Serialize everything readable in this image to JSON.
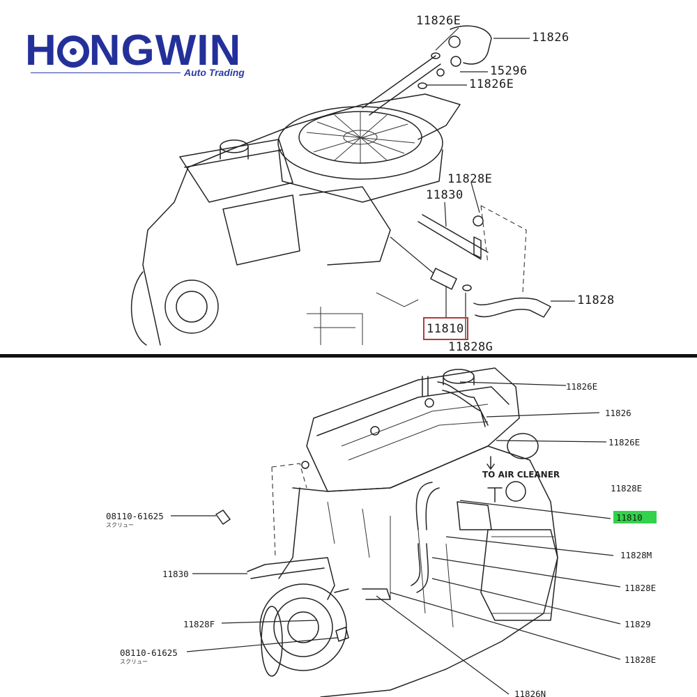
{
  "brand": {
    "name_pre": "H",
    "name_post": "NGWIN",
    "tagline": "Auto Trading",
    "color": "#24309a"
  },
  "top_diagram": {
    "labels": {
      "p1": "11826E",
      "p2": "11826",
      "p3": "15296",
      "p4": "11826E",
      "p5": "11828E",
      "p6": "11830",
      "p7": "11810",
      "p8": "11828",
      "p9": "11828G"
    },
    "highlight_color": "#b23b3b"
  },
  "bottom_diagram": {
    "labels": {
      "b1": "11826E",
      "b2": "11826",
      "b3": "11826E",
      "b4": "11828E",
      "b5": "11810",
      "b6": "11828M",
      "b7": "11828E",
      "b8": "11829",
      "b9": "11828E",
      "b10": "11826N",
      "b11": "08110-61625",
      "b12": "11830",
      "b13": "11828F",
      "b14": "08110-61625"
    },
    "screw_note_1": "スクリュー",
    "screw_note_2": "スクリュー",
    "arrow_note": "TO AIR CLEANER",
    "highlight_color": "#32d24a"
  }
}
